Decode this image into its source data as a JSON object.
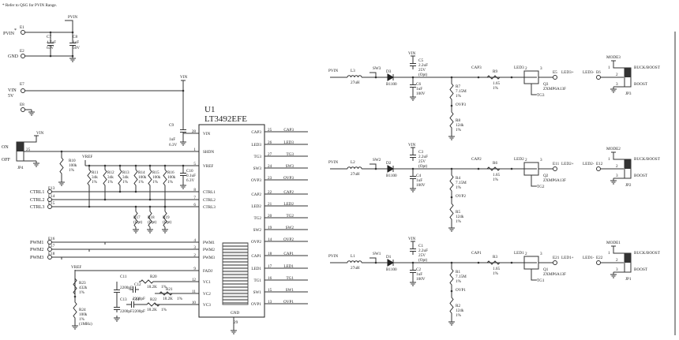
{
  "note": "* Refer to QSG for PVIN Range.",
  "ic": {
    "ref": "U1",
    "part": "LT3492EFE",
    "left_pins": [
      {
        "num": "28",
        "name": "VIN"
      },
      {
        "num": "1",
        "name": "SHDN"
      },
      {
        "num": "5",
        "name": "VREF"
      },
      {
        "num": "8",
        "name": "CTRL1"
      },
      {
        "num": "7",
        "name": "CTRL2"
      },
      {
        "num": "6",
        "name": "CTRL3"
      },
      {
        "num": "4",
        "name": "PWM1"
      },
      {
        "num": "3",
        "name": "PWM2"
      },
      {
        "num": "2",
        "name": "PWM3"
      },
      {
        "num": "9",
        "name": "FADJ"
      },
      {
        "num": "12",
        "name": "VC1"
      },
      {
        "num": "11",
        "name": "VC2"
      },
      {
        "num": "10",
        "name": "VC3"
      }
    ],
    "right_pins": [
      {
        "num": "25",
        "name": "CAP3",
        "net": "CAP3"
      },
      {
        "num": "26",
        "name": "LED3",
        "net": "LED3"
      },
      {
        "num": "27",
        "name": "TG3",
        "net": "TG3"
      },
      {
        "num": "24",
        "name": "SW3",
        "net": "SW3"
      },
      {
        "num": "23",
        "name": "OVP3",
        "net": "OVP3"
      },
      {
        "num": "22",
        "name": "CAP2",
        "net": "CAP2"
      },
      {
        "num": "21",
        "name": "LED2",
        "net": "LED2"
      },
      {
        "num": "20",
        "name": "TG2",
        "net": "TG2"
      },
      {
        "num": "19",
        "name": "SW2",
        "net": "SW2"
      },
      {
        "num": "14",
        "name": "OVP2",
        "net": "OVP2"
      },
      {
        "num": "18",
        "name": "CAP1",
        "net": "CAP1"
      },
      {
        "num": "17",
        "name": "LED1",
        "net": "LED1"
      },
      {
        "num": "16",
        "name": "TG1",
        "net": "TG1"
      },
      {
        "num": "15",
        "name": "SW1",
        "net": "SW1"
      },
      {
        "num": "13",
        "name": "OVP1",
        "net": "OVP1"
      }
    ],
    "gnd": "GND",
    "gnd_pin": "29"
  },
  "left": {
    "pvin": "PVIN",
    "pvin_star": "*",
    "e1": "E1",
    "gnd": "GND",
    "e2": "E2",
    "c7": "C7",
    "c7_val": "4.7uF",
    "c7_v": "63V",
    "c8": "C8",
    "c8_val": "1uF",
    "c8_v": "50V",
    "vin": "VIN",
    "vin_v": "5V",
    "e7": "E7",
    "e8": "E8",
    "c9": "C9",
    "c9_val": "1uF",
    "c9_v": "6.3V",
    "jp4": "JP4",
    "on": "ON",
    "off": "OFF",
    "r10": "R10",
    "r10_val": "100k",
    "r10_tol": "1%",
    "vref": "VREF",
    "c10": "C10",
    "c10_val": "0.1uF",
    "c10_v": "6.3V",
    "rdiv": [
      {
        "ref": "R11",
        "val": "34k",
        "tol": "1%"
      },
      {
        "ref": "R12",
        "val": "34k",
        "tol": "1%"
      },
      {
        "ref": "R13",
        "val": "34k",
        "tol": "1%"
      },
      {
        "ref": "R14",
        "val": "100k",
        "tol": "1%"
      },
      {
        "ref": "R15",
        "val": "100k",
        "tol": "1%"
      },
      {
        "ref": "R16",
        "val": "100k",
        "tol": "1%"
      }
    ],
    "ropt": [
      {
        "ref": "R17",
        "val": "(Opt)"
      },
      {
        "ref": "R18",
        "val": "(Opt)"
      },
      {
        "ref": "R19",
        "val": "(Opt)"
      }
    ],
    "ctrl": [
      {
        "label": "CTRL1",
        "e": "E13"
      },
      {
        "label": "CTRL2",
        "e": "E14"
      },
      {
        "label": "CTRL3",
        "e": "E15"
      }
    ],
    "pwm": [
      {
        "label": "PWM1",
        "e": "E16"
      },
      {
        "label": "PWM2",
        "e": "E17"
      },
      {
        "label": "PWM3",
        "e": "E18"
      }
    ],
    "r23": "R23",
    "r23_val": "432k",
    "r23_tol": "1%",
    "r24": "R24",
    "r24_val": "100k",
    "r24_tol": "1%",
    "r24_freq": "(1MHz)",
    "comp": [
      {
        "c": "C11",
        "cval": "2200pF",
        "cs": "C12",
        "csval": "2200pF",
        "r": "R20",
        "rval": "18.2K",
        "rtol": "1%"
      },
      {
        "c": "C13",
        "cval": "2200pF",
        "r": "R21",
        "rval": "18.2K",
        "rtol": "1%"
      },
      {
        "c": "C14",
        "cval": "2200pF",
        "r": "R22",
        "rval": "18.2K",
        "rtol": "1%"
      }
    ]
  },
  "channels": [
    {
      "pvin": "PVIN",
      "l": "L3",
      "lval": "27uH",
      "sw": "SW3",
      "d": "D3",
      "dval": "B1100",
      "vin": "VIN",
      "ca": "C5",
      "ca_val": "2.2uF",
      "ca_v": "25V",
      "ca_opt": "(Opt)",
      "cb": "C6",
      "cb_val": "1uF",
      "cb_v": "100V",
      "rt": "R7",
      "rt_val": "7.15M",
      "rt_tol": "1%",
      "ovp": "OVP3",
      "rb": "R8",
      "rb_val": "124k",
      "rb_tol": "1%",
      "cap": "CAP3",
      "rs": "R9",
      "rs_val": "1.65",
      "rs_tol": "1%",
      "led": "LED3",
      "q": "Q3",
      "q_part": "ZXMP6A13F",
      "tg": "TG3",
      "ep": "E5",
      "ep_lbl": "LED3+",
      "en": "E6",
      "en_lbl": "LED3-",
      "jp": "JP3",
      "mode": "MODE3",
      "pin1": "1",
      "pin2": "2",
      "pin3": "3",
      "bb": "BUCK/BOOST",
      "boost": "BOOST"
    },
    {
      "pvin": "PVIN",
      "l": "L2",
      "lval": "27uH",
      "sw": "SW2",
      "d": "D2",
      "dval": "B1100",
      "vin": "VIN",
      "ca": "C3",
      "ca_val": "2.2uF",
      "ca_v": "25V",
      "ca_opt": "(Opt)",
      "cb": "C4",
      "cb_val": "1uF",
      "cb_v": "100V",
      "rt": "R4",
      "rt_val": "7.15M",
      "rt_tol": "1%",
      "ovp": "OVP2",
      "rb": "R5",
      "rb_val": "124k",
      "rb_tol": "1%",
      "cap": "CAP2",
      "rs": "R6",
      "rs_val": "1.65",
      "rs_tol": "1%",
      "led": "LED2",
      "q": "Q2",
      "q_part": "ZXMP6A13F",
      "tg": "TG2",
      "ep": "E11",
      "ep_lbl": "LED2+",
      "en": "E12",
      "en_lbl": "LED2-",
      "jp": "JP2",
      "mode": "MODE2",
      "pin1": "1",
      "pin2": "2",
      "pin3": "3",
      "bb": "BUCK/BOOST",
      "boost": "BOOST"
    },
    {
      "pvin": "PVIN",
      "l": "L1",
      "lval": "27uH",
      "sw": "SW1",
      "d": "D1",
      "dval": "B1100",
      "vin": "VIN",
      "ca": "C1",
      "ca_val": "2.2uF",
      "ca_v": "25V",
      "ca_opt": "(Opt)",
      "cb": "C2",
      "cb_val": "1uF",
      "cb_v": "100V",
      "rt": "R1",
      "rt_val": "7.15M",
      "rt_tol": "1%",
      "ovp": "OVP1",
      "rb": "R2",
      "rb_val": "124k",
      "rb_tol": "1%",
      "cap": "CAP1",
      "rs": "R3",
      "rs_val": "1.65",
      "rs_tol": "1%",
      "led": "LED1",
      "q": "Q1",
      "q_part": "ZXMP6A13F",
      "tg": "TG1",
      "ep": "E21",
      "ep_lbl": "LED1+",
      "en": "E22",
      "en_lbl": "LED1-",
      "jp": "JP1",
      "mode": "MODE1",
      "pin1": "1",
      "pin2": "2",
      "pin3": "3",
      "bb": "BUCK/BOOST",
      "boost": "BOOST"
    }
  ]
}
